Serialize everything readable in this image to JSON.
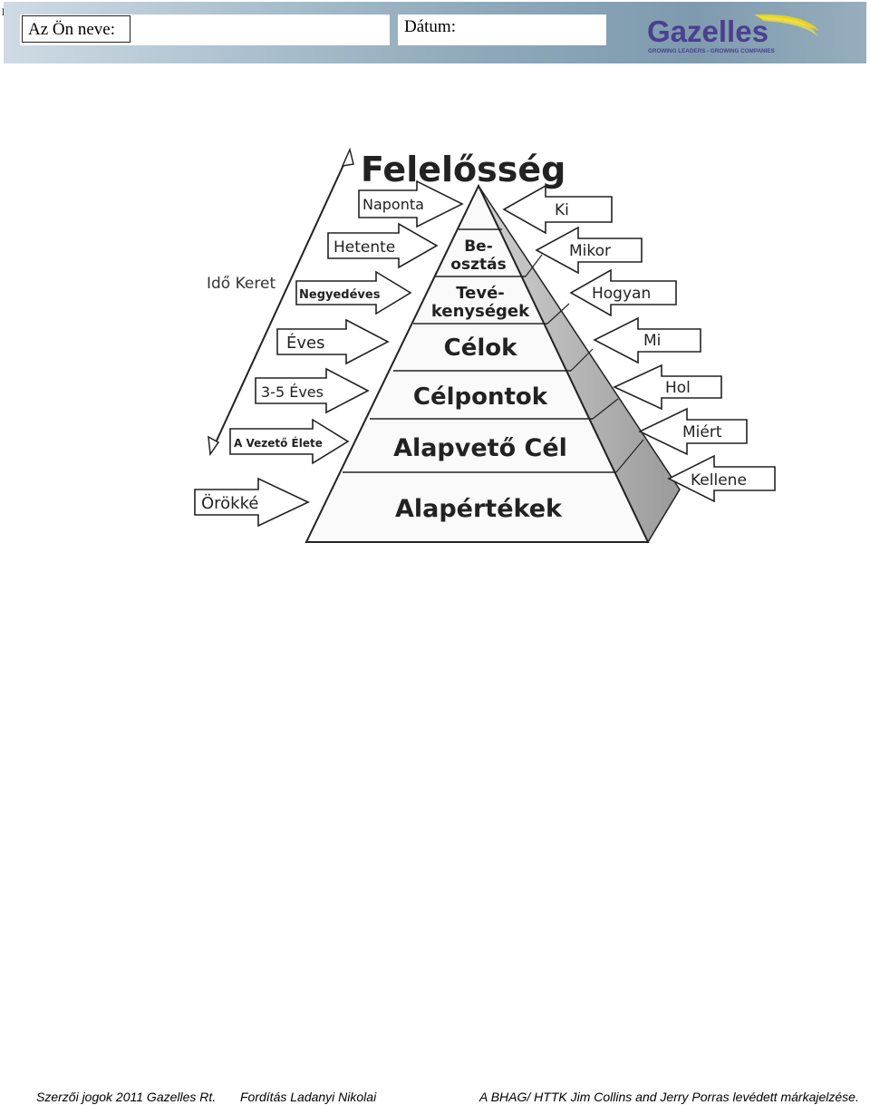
{
  "header": {
    "stray_char": "r",
    "name_label": "Az Ön neve:",
    "date_label": "Dátum:",
    "logo": {
      "name": "Gazelles",
      "tagline": "Growing Leaders - Growing Companies"
    }
  },
  "diagram": {
    "title": "Felelősség",
    "time_frame_label": "Idő Keret",
    "left_arrows": [
      "Naponta",
      "Hetente",
      "Negyedéves",
      "Éves",
      "3-5 Éves",
      "A Vezető Élete",
      "Örökké"
    ],
    "pyramid_levels": [
      "Be-",
      "osztás",
      "Tevé-",
      "kenységek",
      "Célok",
      "Célpontok",
      "Alapvető Cél",
      "Alapértékek"
    ],
    "right_arrows": [
      "Ki",
      "Mikor",
      "Hogyan",
      "Mi",
      "Hol",
      "Miért",
      "Kellene"
    ]
  },
  "footer": {
    "copyright": "Szerzői jogok 2011 Gazelles Rt.",
    "translation": "Fordítás Ladanyi Nikolai",
    "trademark": "A BHAG/ HTTK Jim Collins and Jerry Porras levédett márkajelzése."
  },
  "colors": {
    "header_band": "#8fa9ba",
    "logo_purple": "#4b3f8f",
    "logo_swoosh": "#e8d21a"
  }
}
